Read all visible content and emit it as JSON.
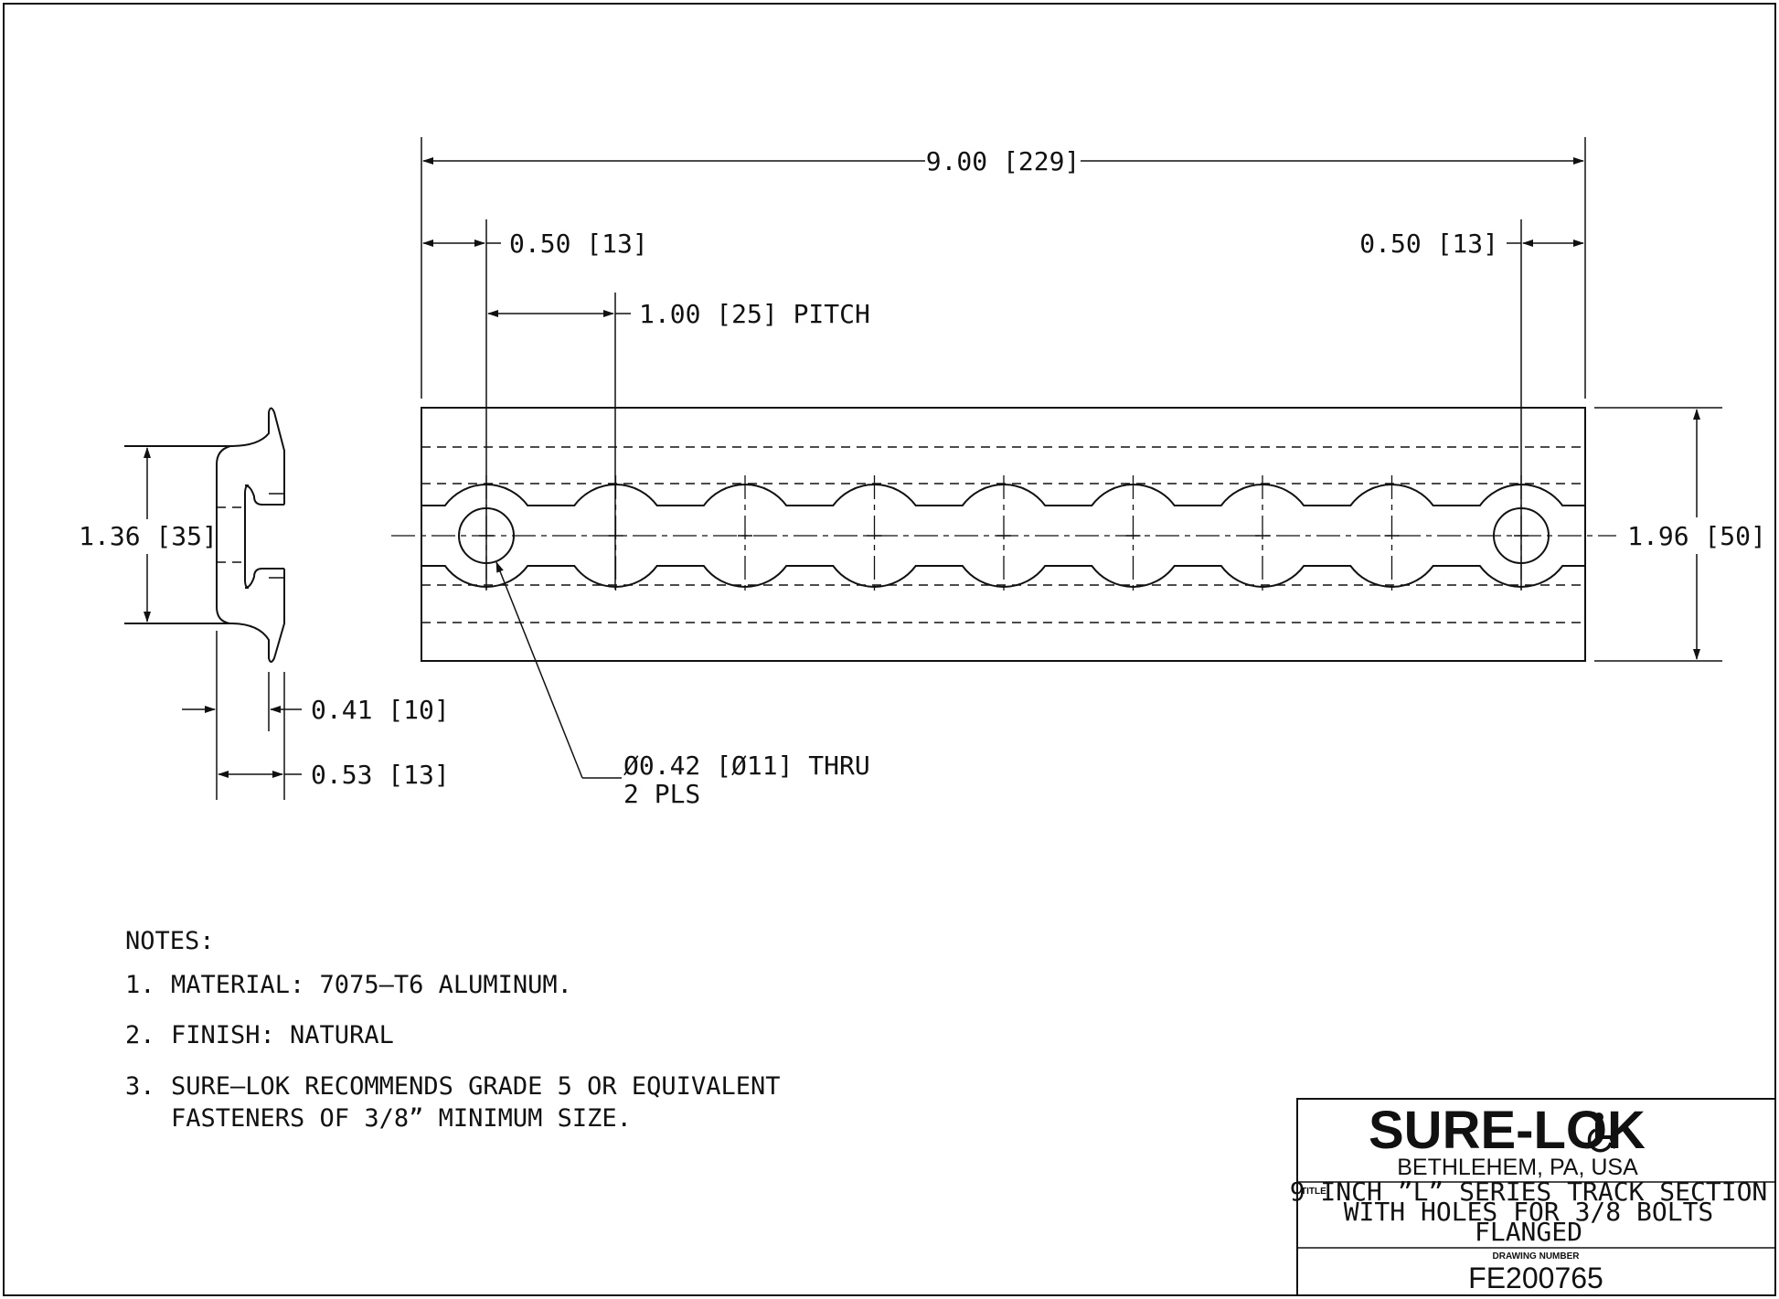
{
  "dimensions": {
    "overall_length": "9.00 [229]",
    "end_offset_left": "0.50 [13]",
    "end_offset_right": "0.50 [13]",
    "pitch": "1.00 [25] PITCH",
    "height": "1.96 [50]",
    "profile_height": "1.36 [35]",
    "flange_thickness": "0.41 [10]",
    "profile_depth": "0.53 [13]",
    "hole_callout_line1": "Ø0.42 [Ø11] THRU",
    "hole_callout_line2": "2 PLS"
  },
  "notes": {
    "heading": "NOTES:",
    "items": [
      {
        "num": "1.",
        "line1": "MATERIAL: 7075–T6 ALUMINUM.",
        "line2": ""
      },
      {
        "num": "2.",
        "line1": "FINISH: NATURAL",
        "line2": ""
      },
      {
        "num": "3.",
        "line1": "SURE–LOK RECOMMENDS GRADE 5 OR EQUIVALENT",
        "line2": "FASTENERS OF 3/8” MINIMUM SIZE."
      }
    ]
  },
  "title_block": {
    "logo_text": "SURE-LOK",
    "location": "BETHLEHEM, PA, USA",
    "title_label": "TITLE:",
    "title_line1": "9 INCH ”L” SERIES TRACK SECTION",
    "title_line2": "WITH HOLES FOR 3/8 BOLTS",
    "title_line3": "FLANGED",
    "drawing_number_label": "DRAWING NUMBER",
    "drawing_number": "FE200765"
  },
  "icons": {
    "logo_icon": "wheelchair-accessibility-icon"
  }
}
